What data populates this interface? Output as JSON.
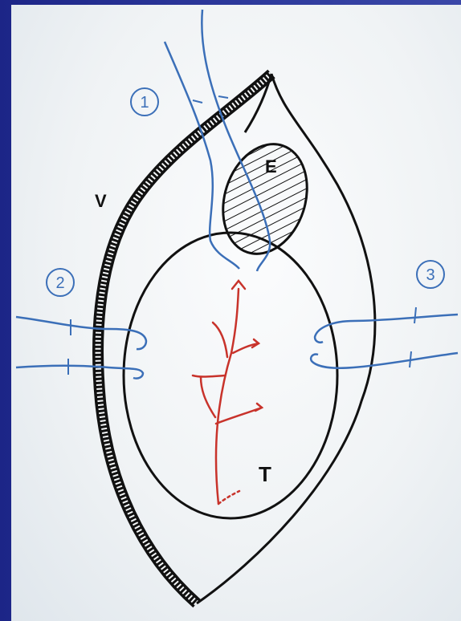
{
  "diagram": {
    "labels": {
      "v": "V",
      "e": "E",
      "t": "T",
      "n1": "1",
      "n2": "2",
      "n3": "3"
    },
    "colors": {
      "ink": "#111111",
      "blue": "#3b6fb8",
      "red": "#c8332b",
      "background": "#1f2a8c",
      "paper": "#f5f7f8"
    }
  }
}
